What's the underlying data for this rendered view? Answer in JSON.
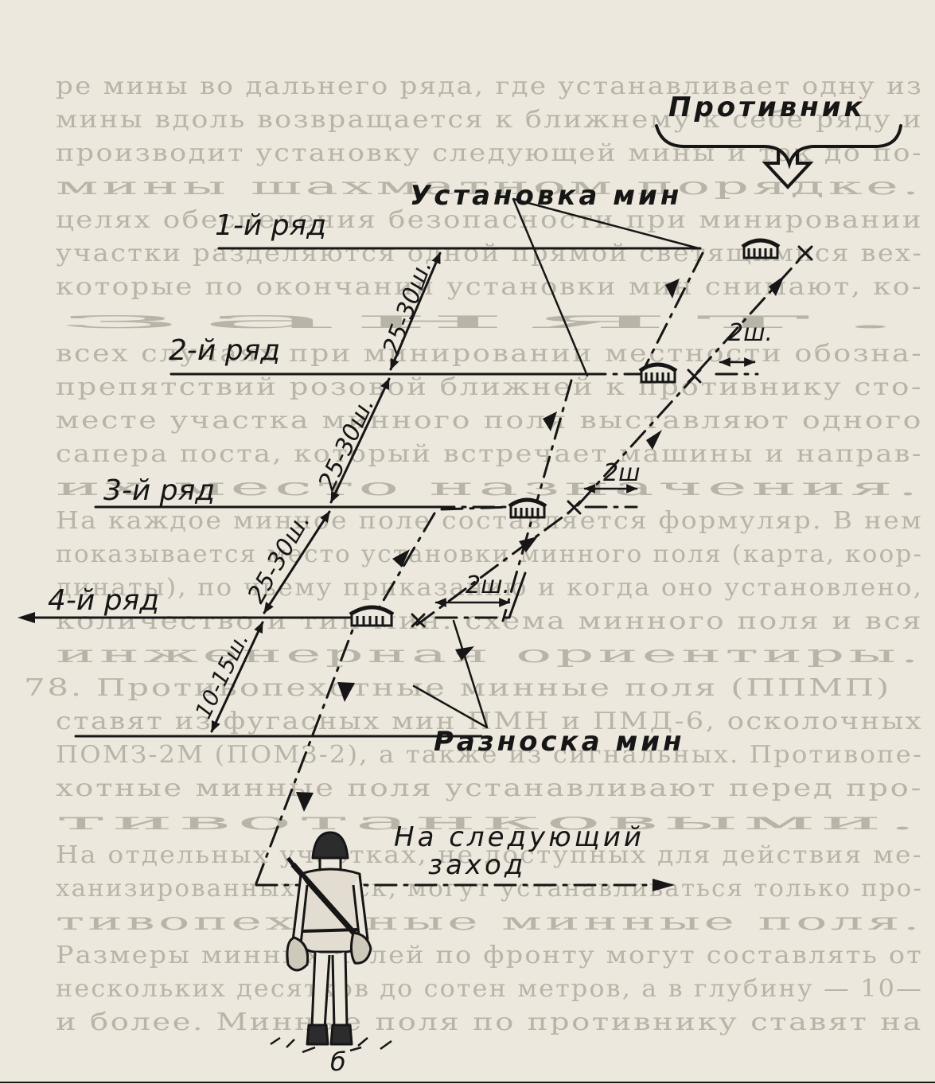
{
  "diagram": {
    "enemy_label": "Противник",
    "mine_install_label": "Установка мин",
    "mine_carry_label": "Разноска мин",
    "next_pass_label": "На следующий",
    "next_pass_label_2": "заход",
    "figure_letter": "б",
    "rows": [
      {
        "label": "1-й ряд"
      },
      {
        "label": "2-й ряд"
      },
      {
        "label": "3-й ряд"
      },
      {
        "label": "4-й ряд"
      }
    ],
    "row_spacing_labels": [
      "25-30ш.",
      "25-30ш.",
      "25-30ш.",
      "10-15ш."
    ],
    "step_labels": [
      "2ш.",
      "2ш",
      "2ш."
    ]
  },
  "colors": {
    "paper": "#ece8dd",
    "ink": "#161616",
    "ghost_text": "#b9b4a8"
  },
  "background_page": {
    "lines": [
      "ре мины во дальнего ряда, где устанавливает одну из",
      "мины вдоль возвращается к ближнему к себе ряду и",
      "производит установку следующей мины и так до по-",
      "мины шахматном порядке.",
      "целях обеспечения безопасности при минировании",
      "участки разделяются одной прямой светящимися вех-",
      "которые по окончании установки мин снимают, ко-",
      "занят.",
      "всех случаях при минировании местности обозна-",
      "препятствий розовой ближней к противнику сто-",
      "месте участка минного поля выставляют одного",
      "сапера поста, который встречает машины и направ-",
      "их место назначения.",
      "На каждое минное поле составляется формуляр. В нем",
      "показывается место установки минного поля (карта, коор-",
      "динаты), по чьему приказанию и когда оно установлено,",
      "количество и тип мин. схема минного поля и вся",
      "инженерная ориентиры.",
      "78. Противопехотные минные поля (ППМП)",
      "ставят из фугасных мин ПМН и ПМД-6, осколочных",
      "ПОМЗ-2М (ПОМЗ-2), а также из сигнальных. Противопе-",
      "хотные минные поля устанавливают перед про-",
      "тивотанковыми.",
      "На отдельных участках, не доступных для действия ме-",
      "ханизированных войск, могут устанавливаться только про-",
      "тивопехотные минные поля.",
      "Размеры минных полей по фронту могут составлять от",
      "нескольких десятков до сотен метров, а в глубину — 10—",
      "и более. Минные поля по противнику ставят на"
    ]
  }
}
